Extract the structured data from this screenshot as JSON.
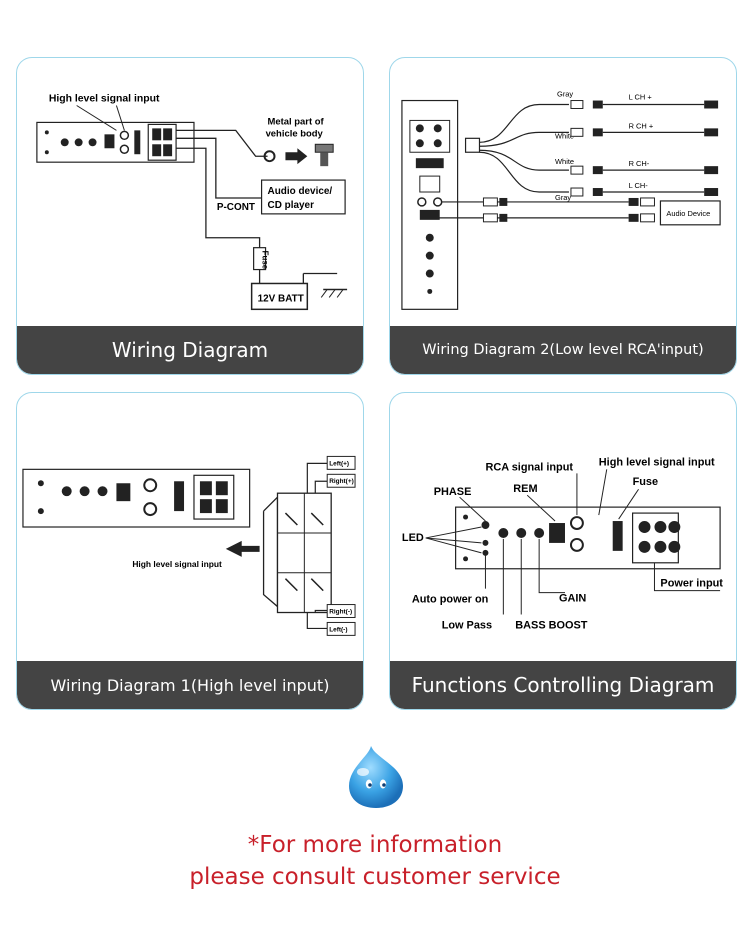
{
  "panels": {
    "wiring": {
      "caption": "Wiring Diagram",
      "labels": {
        "high_level_signal_input": "High level signal input",
        "metal_part_line1": "Metal part of",
        "metal_part_line2": "vehicle body",
        "audio_device_line1": "Audio device/",
        "audio_device_line2": "CD player",
        "pcont": "P-CONT",
        "fuse": "Fuse",
        "battery": "12V BATT"
      }
    },
    "wiring2": {
      "caption": "Wiring Diagram 2(Low level RCA'input)",
      "labels": {
        "gray1": "Gray",
        "lch_plus": "L CH +",
        "white1": "White",
        "rch_plus": "R CH +",
        "white2": "White",
        "rch_minus": "R CH-",
        "gray2": "Gray",
        "lch_minus": "L CH-",
        "audio_device": "Audio Device"
      }
    },
    "wiring1": {
      "caption": "Wiring Diagram 1(High level input)",
      "labels": {
        "left_plus": "Left(+)",
        "right_plus": "Right(+)",
        "right_minus": "Right(-)",
        "left_minus": "Left(-)",
        "high_level_signal_input": "High level signal input"
      }
    },
    "functions": {
      "caption": "Functions Controlling Diagram",
      "labels": {
        "rca_signal_input": "RCA signal input",
        "high_level_signal_input": "High level signal input",
        "phase": "PHASE",
        "rem": "REM",
        "fuse": "Fuse",
        "led": "LED",
        "auto_power_on": "Auto power on",
        "gain": "GAIN",
        "power_input": "Power input",
        "low_pass": "Low Pass",
        "bass_boost": "BASS BOOST"
      }
    }
  },
  "footer": {
    "line1": "*For more information",
    "line2": "please consult customer service"
  },
  "colors": {
    "card_border": "#9fd7ea",
    "caption_bg": "#444444",
    "footer_text": "#c8202a",
    "mascot": "#3aa2e4"
  }
}
